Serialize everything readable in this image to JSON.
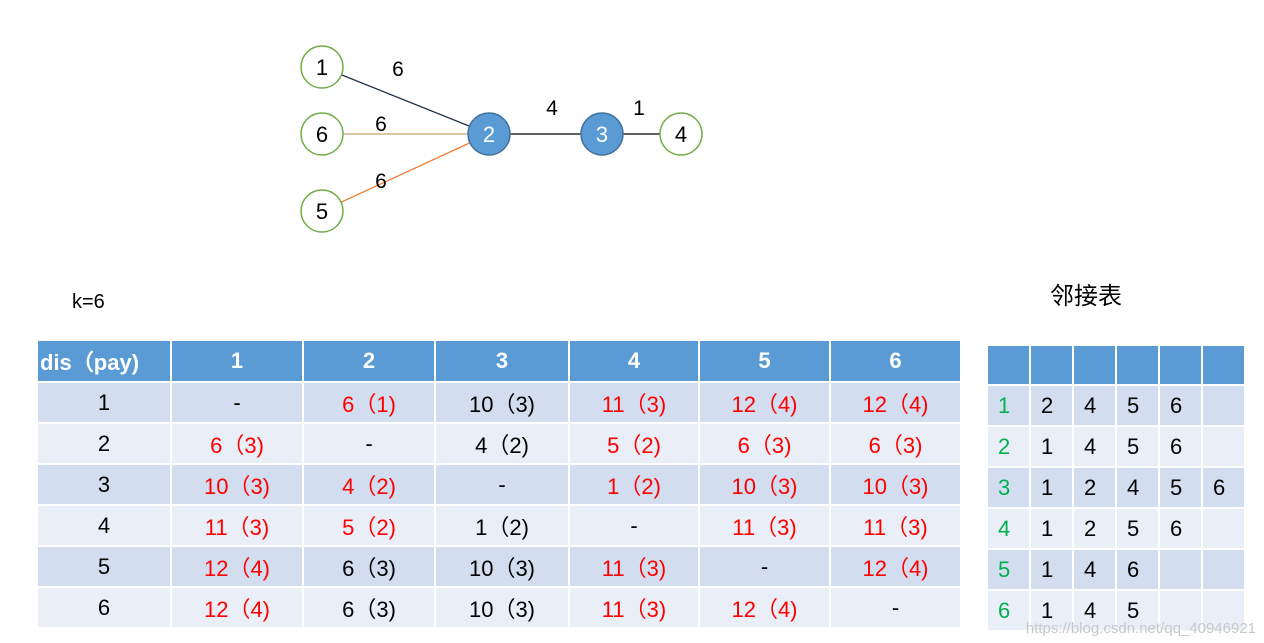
{
  "graph": {
    "nodes": [
      {
        "id": "1",
        "style": "outline"
      },
      {
        "id": "6",
        "style": "outline"
      },
      {
        "id": "5",
        "style": "outline"
      },
      {
        "id": "2",
        "style": "filled"
      },
      {
        "id": "3",
        "style": "filled"
      },
      {
        "id": "4",
        "style": "outline"
      }
    ],
    "edges": [
      {
        "from": "1",
        "to": "2",
        "weight": "6",
        "color": "#1f2d4a"
      },
      {
        "from": "6",
        "to": "2",
        "weight": "6",
        "color": "#c9a06a"
      },
      {
        "from": "5",
        "to": "2",
        "weight": "6",
        "color": "#ed7d31"
      },
      {
        "from": "2",
        "to": "3",
        "weight": "4",
        "color": "#000000"
      },
      {
        "from": "3",
        "to": "4",
        "weight": "1",
        "color": "#000000"
      }
    ],
    "colors": {
      "outline_stroke": "#70ad47",
      "filled": "#5b9bd5"
    }
  },
  "k_label": "k=6",
  "dist_table": {
    "header": [
      "dis（pay)",
      "1",
      "2",
      "3",
      "4",
      "5",
      "6"
    ],
    "rows": [
      [
        "1",
        "-",
        "6（1)",
        "10（3)",
        "11（3)",
        "12（4)",
        "12（4)"
      ],
      [
        "2",
        "6（3)",
        "-",
        "4（2)",
        "5（2)",
        "6（3)",
        "6（3)"
      ],
      [
        "3",
        "10（3)",
        "4（2)",
        "-",
        "1（2)",
        "10（3)",
        "10（3)"
      ],
      [
        "4",
        "11（3)",
        "5（2)",
        "1（2)",
        "-",
        "11（3)",
        "11（3)"
      ],
      [
        "5",
        "12（4)",
        "6（3)",
        "10（3)",
        "11（3)",
        "-",
        "12（4)"
      ],
      [
        "6",
        "12（4)",
        "6（3)",
        "10（3)",
        "11（3)",
        "12（4)",
        "-"
      ]
    ],
    "cell_colors": [
      [
        "black",
        "black",
        "red",
        "black",
        "red",
        "red",
        "red"
      ],
      [
        "black",
        "red",
        "black",
        "black",
        "red",
        "red",
        "red"
      ],
      [
        "black",
        "red",
        "red",
        "black",
        "red",
        "red",
        "red"
      ],
      [
        "black",
        "red",
        "red",
        "black",
        "black",
        "red",
        "red"
      ],
      [
        "black",
        "red",
        "black",
        "black",
        "red",
        "black",
        "red"
      ],
      [
        "black",
        "red",
        "black",
        "black",
        "red",
        "red",
        "black"
      ]
    ]
  },
  "adjacency": {
    "title": "邻接表",
    "rows": [
      [
        "1",
        "2",
        "4",
        "5",
        "6",
        ""
      ],
      [
        "2",
        "1",
        "4",
        "5",
        "6",
        ""
      ],
      [
        "3",
        "1",
        "2",
        "4",
        "5",
        "6"
      ],
      [
        "4",
        "1",
        "2",
        "5",
        "6",
        ""
      ],
      [
        "5",
        "1",
        "4",
        "6",
        "",
        ""
      ],
      [
        "6",
        "1",
        "4",
        "5",
        "",
        ""
      ]
    ]
  },
  "watermark": "https://blog.csdn.net/qq_40946921"
}
